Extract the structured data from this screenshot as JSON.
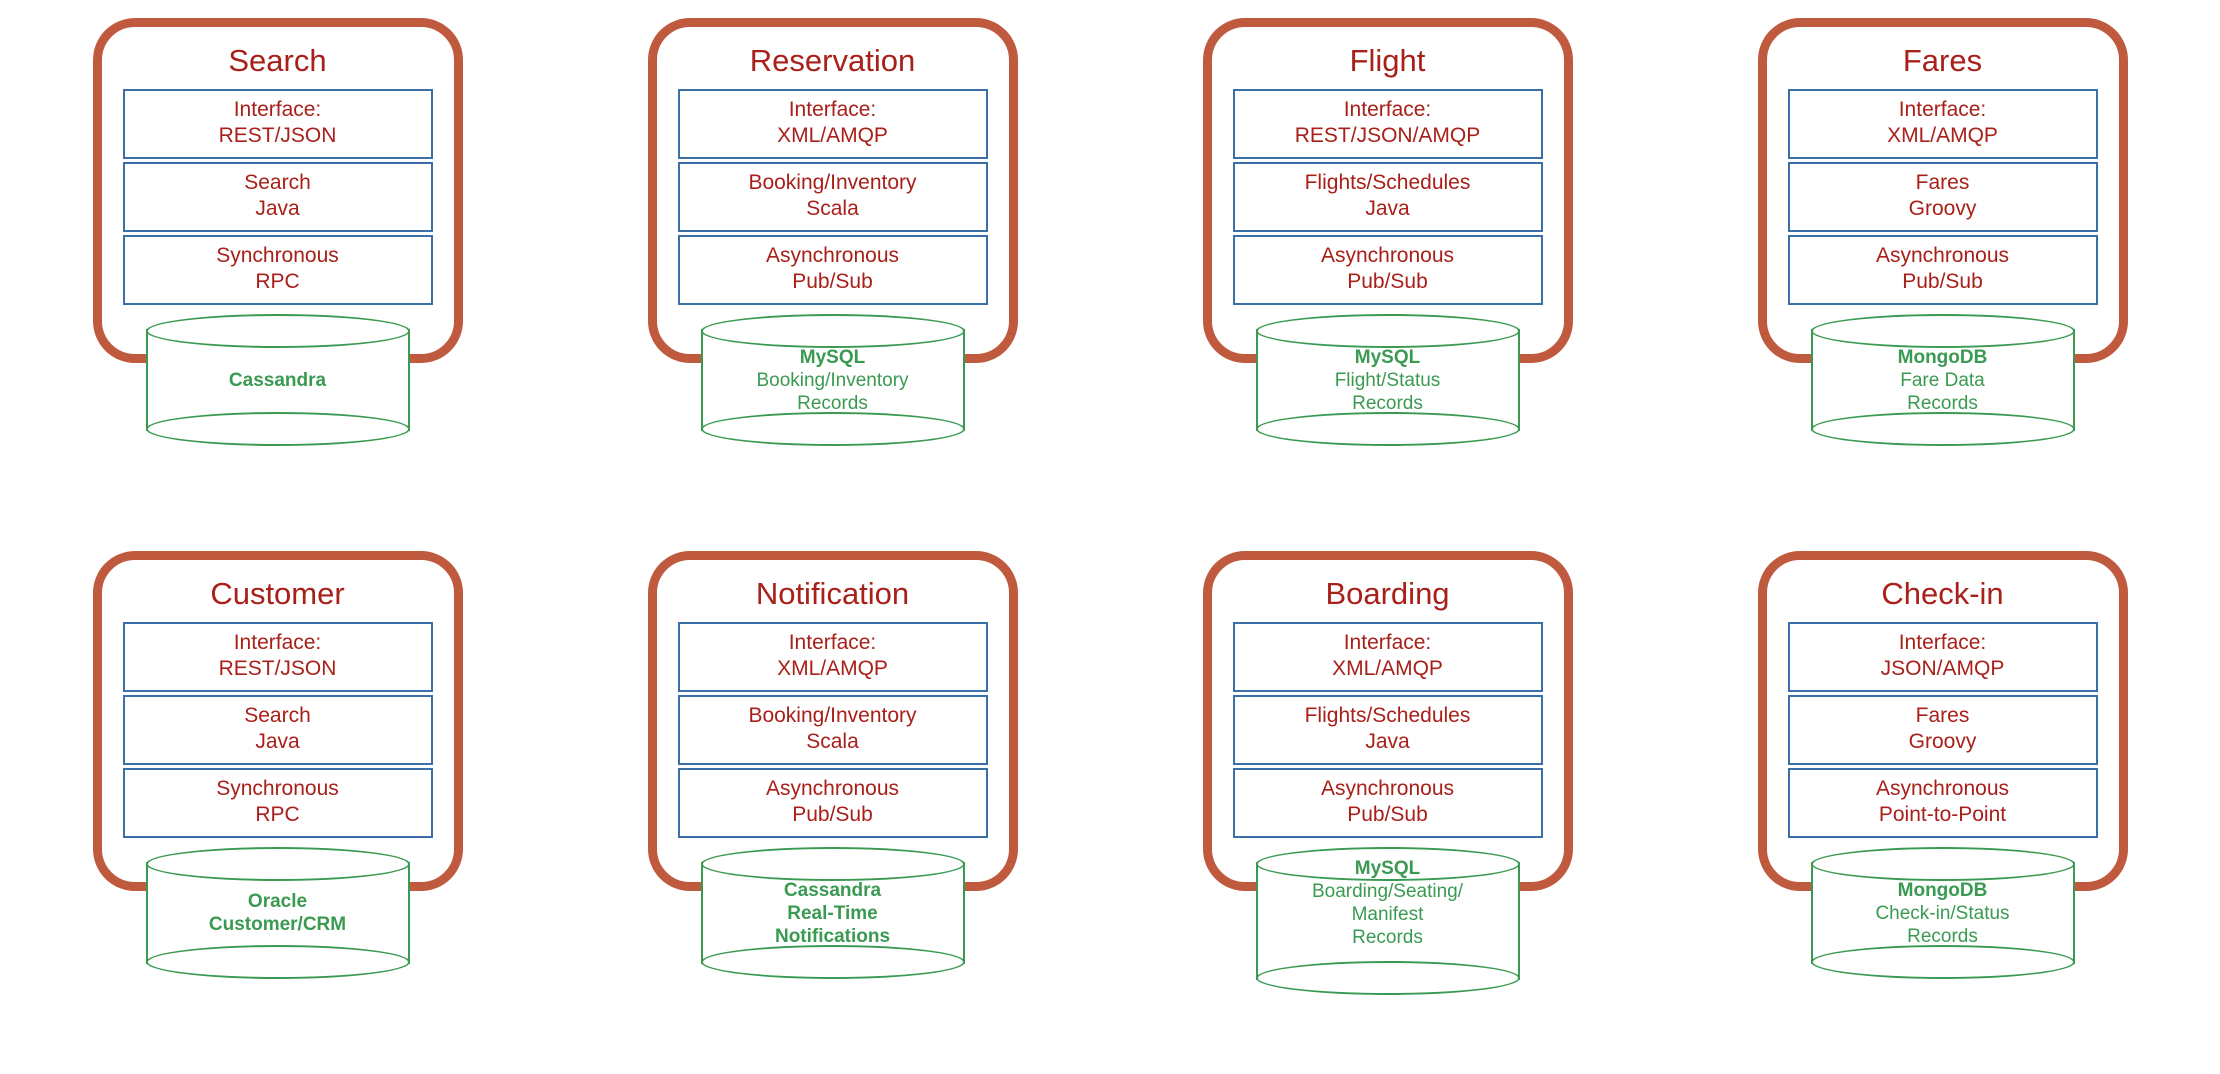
{
  "colors": {
    "card_border": "#C05A3E",
    "title_text": "#A82019",
    "layer_border": "#3A6FA8",
    "layer_text": "#A82019",
    "database": "#3B9A52",
    "background": "#FFFFFF"
  },
  "diagram": {
    "type": "microservices-architecture",
    "rows": 2,
    "columns": 4
  },
  "services": [
    {
      "id": "search",
      "title": "Search",
      "layers": [
        {
          "line1": "Interface:",
          "line2": "REST/JSON"
        },
        {
          "line1": "Search",
          "line2": "Java"
        },
        {
          "line1": "Synchronous",
          "line2": "RPC"
        }
      ],
      "database": {
        "name": "Cassandra",
        "desc": [],
        "desc_bold": true
      }
    },
    {
      "id": "reservation",
      "title": "Reservation",
      "layers": [
        {
          "line1": "Interface:",
          "line2": "XML/AMQP"
        },
        {
          "line1": "Booking/Inventory",
          "line2": "Scala"
        },
        {
          "line1": "Asynchronous",
          "line2": "Pub/Sub"
        }
      ],
      "database": {
        "name": "MySQL",
        "desc": [
          "Booking/Inventory",
          "Records"
        ],
        "desc_bold": false
      }
    },
    {
      "id": "flight",
      "title": "Flight",
      "layers": [
        {
          "line1": "Interface:",
          "line2": "REST/JSON/AMQP"
        },
        {
          "line1": "Flights/Schedules",
          "line2": "Java"
        },
        {
          "line1": "Asynchronous",
          "line2": "Pub/Sub"
        }
      ],
      "database": {
        "name": "MySQL",
        "desc": [
          "Flight/Status",
          "Records"
        ],
        "desc_bold": false
      }
    },
    {
      "id": "fares",
      "title": "Fares",
      "layers": [
        {
          "line1": "Interface:",
          "line2": "XML/AMQP"
        },
        {
          "line1": "Fares",
          "line2": "Groovy"
        },
        {
          "line1": "Asynchronous",
          "line2": "Pub/Sub"
        }
      ],
      "database": {
        "name": "MongoDB",
        "desc": [
          "Fare Data",
          "Records"
        ],
        "desc_bold": false
      }
    },
    {
      "id": "customer",
      "title": "Customer",
      "layers": [
        {
          "line1": "Interface:",
          "line2": "REST/JSON"
        },
        {
          "line1": "Search",
          "line2": "Java"
        },
        {
          "line1": "Synchronous",
          "line2": "RPC"
        }
      ],
      "database": {
        "name": "Oracle",
        "desc": [
          "Customer/CRM"
        ],
        "desc_bold": true
      }
    },
    {
      "id": "notification",
      "title": "Notification",
      "layers": [
        {
          "line1": "Interface:",
          "line2": "XML/AMQP"
        },
        {
          "line1": "Booking/Inventory",
          "line2": "Scala"
        },
        {
          "line1": "Asynchronous",
          "line2": "Pub/Sub"
        }
      ],
      "database": {
        "name": "Cassandra",
        "desc": [
          "Real-Time",
          "Notifications"
        ],
        "desc_bold": true
      }
    },
    {
      "id": "boarding",
      "title": "Boarding",
      "layers": [
        {
          "line1": "Interface:",
          "line2": "XML/AMQP"
        },
        {
          "line1": "Flights/Schedules",
          "line2": "Java"
        },
        {
          "line1": "Asynchronous",
          "line2": "Pub/Sub"
        }
      ],
      "database": {
        "name": "MySQL",
        "desc": [
          "Boarding/Seating/",
          "Manifest",
          "Records"
        ],
        "desc_bold": false
      }
    },
    {
      "id": "checkin",
      "title": "Check-in",
      "layers": [
        {
          "line1": "Interface:",
          "line2": "JSON/AMQP"
        },
        {
          "line1": "Fares",
          "line2": "Groovy"
        },
        {
          "line1": "Asynchronous",
          "line2": "Point-to-Point"
        }
      ],
      "database": {
        "name": "MongoDB",
        "desc": [
          "Check-in/Status",
          "Records"
        ],
        "desc_bold": false
      }
    }
  ]
}
